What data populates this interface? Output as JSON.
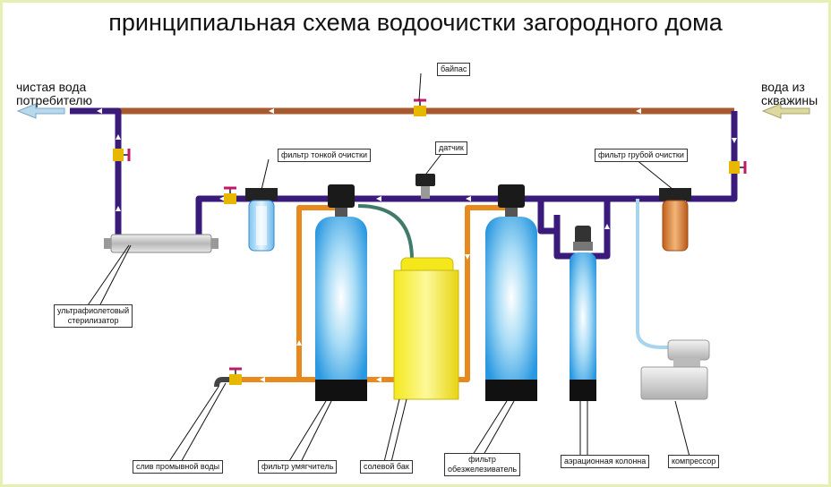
{
  "title": "принципиальная схема водоочистки загородного дома",
  "outlet": {
    "line1": "чистая вода",
    "line2": "потребителю"
  },
  "inlet": {
    "line1": "вода из",
    "line2": "скважины"
  },
  "labels": {
    "bypass": "байпас",
    "sensor": "датчик",
    "fine_filter": "фильтр тонкой очистки",
    "coarse_filter": "фильтр грубой очистки",
    "uv_line1": "ультрафиолетовый",
    "uv_line2": "стерилизатор",
    "drain": "слив промывной воды",
    "softener": "фильтр умягчитель",
    "salt_tank": "солевой бак",
    "iron_line1": "фильтр",
    "iron_line2": "обезжелезиватель",
    "aeration": "аэрационная колонна",
    "compressor": "компрессор"
  },
  "colors": {
    "treated_pipe": "#3a1a7a",
    "raw_pipe": "#a65a2e",
    "flush_pipe": "#e8891e",
    "air_pipe": "#a8d4ee",
    "brine_pipe": "#3f7a6a",
    "vessel_blue": "#3aa8e8",
    "salt_tank": "#f2ea22",
    "coarse_cartridge": "#c86a1a"
  }
}
